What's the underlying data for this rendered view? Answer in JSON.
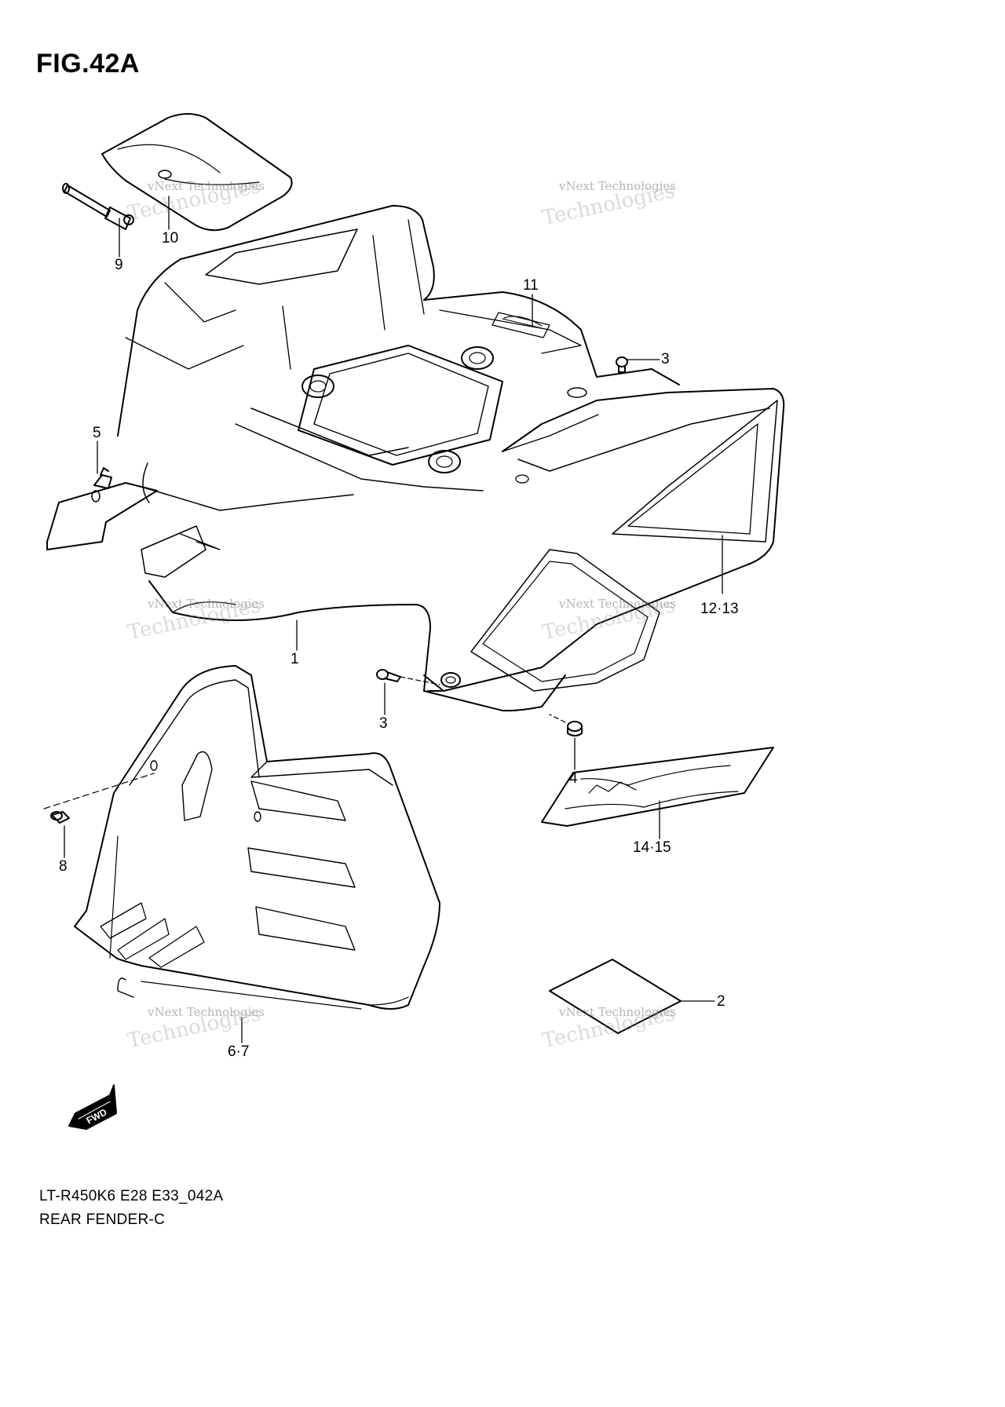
{
  "figure": {
    "title": "FIG.42A",
    "code": "LT-R450K6 E28 E33_042A",
    "name": "REAR FENDER-C"
  },
  "callouts": {
    "c1": "1",
    "c2": "2",
    "c3a": "3",
    "c3b": "3",
    "c4": "4",
    "c5": "5",
    "c67": "6·7",
    "c8": "8",
    "c9": "9",
    "c10": "10",
    "c11": "11",
    "c1213": "12·13",
    "c1415": "14·15"
  },
  "watermark": {
    "company": "vNext Technologies",
    "brand": "vNext",
    "word": "Technologies"
  },
  "fwd_label": "FWD",
  "colors": {
    "line": "#000000",
    "background": "#ffffff",
    "watermark": "#8c8c8c"
  }
}
